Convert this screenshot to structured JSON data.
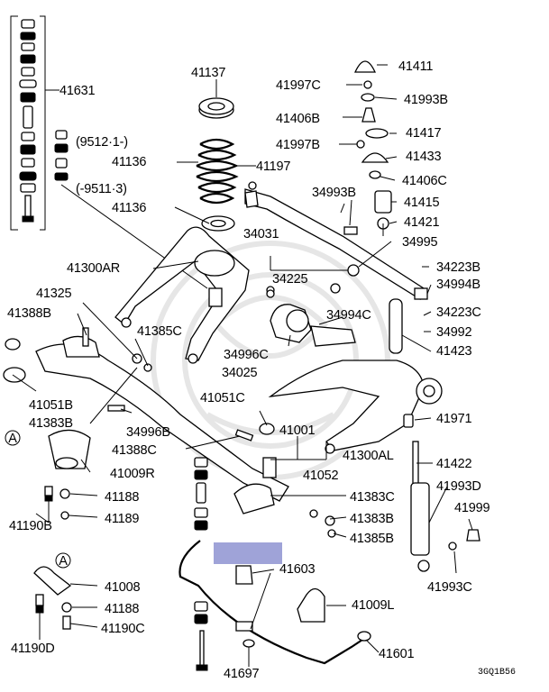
{
  "footer_code": "3GQ1B56",
  "highlight_color": "#9fa3d8",
  "notes": {
    "note_9512": "(9512·1-)",
    "note_9511": "(-9511·3)"
  },
  "callouts": [
    {
      "id": "c41631",
      "text": "41631"
    },
    {
      "id": "c41137",
      "text": "41137"
    },
    {
      "id": "c41136a",
      "text": "41136"
    },
    {
      "id": "c41197",
      "text": "41197"
    },
    {
      "id": "c41136b",
      "text": "41136"
    },
    {
      "id": "c41300ar",
      "text": "41300AR"
    },
    {
      "id": "c41325",
      "text": "41325"
    },
    {
      "id": "c41388b",
      "text": "41388B"
    },
    {
      "id": "c41385c",
      "text": "41385C"
    },
    {
      "id": "c41051b",
      "text": "41051B"
    },
    {
      "id": "c41383b_l",
      "text": "41383B"
    },
    {
      "id": "c34996b",
      "text": "34996B"
    },
    {
      "id": "c41388c",
      "text": "41388C"
    },
    {
      "id": "c41009r",
      "text": "41009R"
    },
    {
      "id": "c41188a",
      "text": "41188"
    },
    {
      "id": "c41189",
      "text": "41189"
    },
    {
      "id": "c41190b",
      "text": "41190B"
    },
    {
      "id": "c41008",
      "text": "41008"
    },
    {
      "id": "c41188b",
      "text": "41188"
    },
    {
      "id": "c41190c",
      "text": "41190C"
    },
    {
      "id": "c41190d",
      "text": "41190D"
    },
    {
      "id": "c41697",
      "text": "41697"
    },
    {
      "id": "c41603",
      "text": "41603"
    },
    {
      "id": "c41601",
      "text": "41601"
    },
    {
      "id": "c41009l",
      "text": "41009L"
    },
    {
      "id": "c41385b",
      "text": "41385B"
    },
    {
      "id": "c41383b_r",
      "text": "41383B"
    },
    {
      "id": "c41383c",
      "text": "41383C"
    },
    {
      "id": "c41052",
      "text": "41052"
    },
    {
      "id": "c41001",
      "text": "41001"
    },
    {
      "id": "c41051c",
      "text": "41051C"
    },
    {
      "id": "c41300al",
      "text": "41300AL"
    },
    {
      "id": "c34025",
      "text": "34025"
    },
    {
      "id": "c34996c",
      "text": "34996C"
    },
    {
      "id": "c34994c",
      "text": "34994C"
    },
    {
      "id": "c34225",
      "text": "34225"
    },
    {
      "id": "c34031",
      "text": "34031"
    },
    {
      "id": "c41411",
      "text": "41411"
    },
    {
      "id": "c41997c",
      "text": "41997C"
    },
    {
      "id": "c41993b",
      "text": "41993B"
    },
    {
      "id": "c41406b",
      "text": "41406B"
    },
    {
      "id": "c41417",
      "text": "41417"
    },
    {
      "id": "c41997b",
      "text": "41997B"
    },
    {
      "id": "c41433",
      "text": "41433"
    },
    {
      "id": "c41406c",
      "text": "41406C"
    },
    {
      "id": "c34993b",
      "text": "34993B"
    },
    {
      "id": "c41415",
      "text": "41415"
    },
    {
      "id": "c41421",
      "text": "41421"
    },
    {
      "id": "c34995",
      "text": "34995"
    },
    {
      "id": "c34223b",
      "text": "34223B"
    },
    {
      "id": "c34994b",
      "text": "34994B"
    },
    {
      "id": "c34223c",
      "text": "34223C"
    },
    {
      "id": "c34992",
      "text": "34992"
    },
    {
      "id": "c41423",
      "text": "41423"
    },
    {
      "id": "c41971",
      "text": "41971"
    },
    {
      "id": "c41422",
      "text": "41422"
    },
    {
      "id": "c41993d",
      "text": "41993D"
    },
    {
      "id": "c41999",
      "text": "41999"
    },
    {
      "id": "c41993c",
      "text": "41993C"
    }
  ],
  "ref_marker": "A"
}
